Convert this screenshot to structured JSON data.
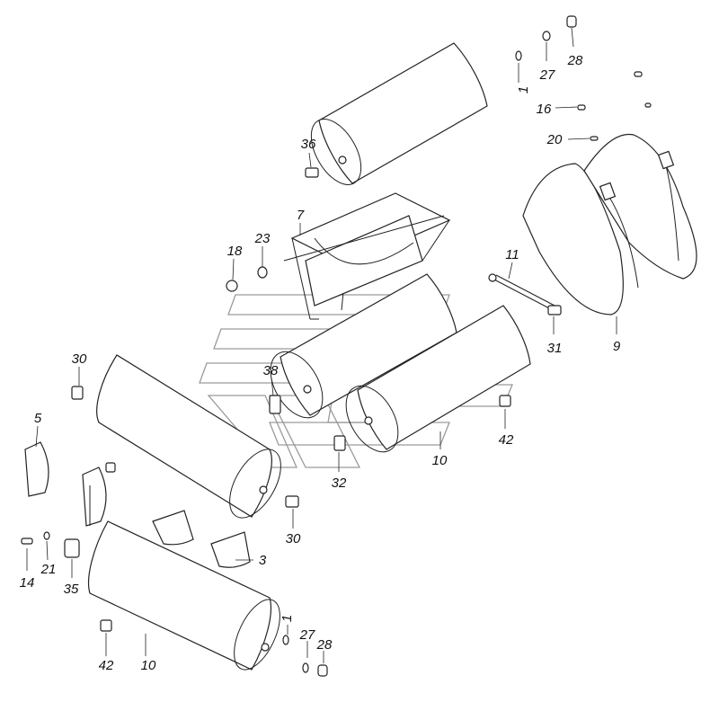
{
  "colors": {
    "ink": "#222222",
    "watermark": "#9a9a9a",
    "background": "#ffffff"
  },
  "callouts": [
    {
      "id": "c1a",
      "text": "1"
    },
    {
      "id": "c27a",
      "text": "27"
    },
    {
      "id": "c28a",
      "text": "28"
    },
    {
      "id": "c16",
      "text": "16"
    },
    {
      "id": "c20",
      "text": "20"
    },
    {
      "id": "c36",
      "text": "36"
    },
    {
      "id": "c7",
      "text": "7"
    },
    {
      "id": "c18",
      "text": "18"
    },
    {
      "id": "c23",
      "text": "23"
    },
    {
      "id": "c11",
      "text": "11"
    },
    {
      "id": "c31",
      "text": "31"
    },
    {
      "id": "c9",
      "text": "9"
    },
    {
      "id": "c30a",
      "text": "30"
    },
    {
      "id": "c38",
      "text": "38"
    },
    {
      "id": "c42a",
      "text": "42"
    },
    {
      "id": "c5",
      "text": "5"
    },
    {
      "id": "c32",
      "text": "32"
    },
    {
      "id": "c10a",
      "text": "10"
    },
    {
      "id": "c30b",
      "text": "30"
    },
    {
      "id": "c3",
      "text": "3"
    },
    {
      "id": "c14",
      "text": "14"
    },
    {
      "id": "c21",
      "text": "21"
    },
    {
      "id": "c35",
      "text": "35"
    },
    {
      "id": "c1b",
      "text": "1"
    },
    {
      "id": "c27b",
      "text": "27"
    },
    {
      "id": "c28b",
      "text": "28"
    },
    {
      "id": "c42b",
      "text": "42"
    },
    {
      "id": "c10b",
      "text": "10"
    }
  ]
}
